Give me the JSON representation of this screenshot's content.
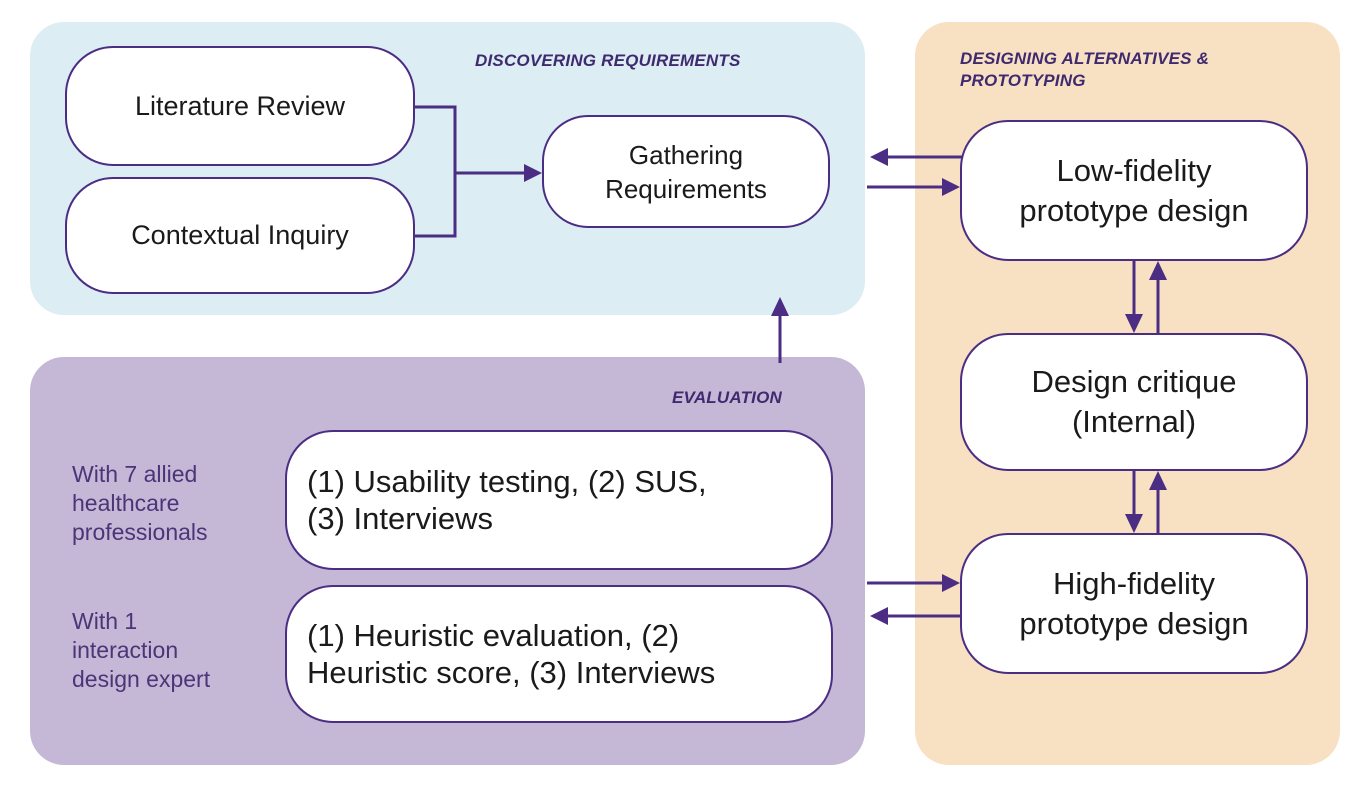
{
  "colors": {
    "stroke": "#4b2d83",
    "discovering_panel": "#dcedf3",
    "designing_panel": "#f8e0c2",
    "evaluation_panel": "#c5b8d6",
    "title_text": "#3f2a70",
    "side_label_text": "#4b3478"
  },
  "panels": {
    "discovering": {
      "title": "DISCOVERING REQUIREMENTS"
    },
    "designing": {
      "title": "DESIGNING ALTERNATIVES &\nPROTOTYPING"
    },
    "evaluation": {
      "title": "EVALUATION"
    }
  },
  "nodes": {
    "literature_review": "Literature Review",
    "contextual_inquiry": "Contextual Inquiry",
    "gathering_requirements": "Gathering\nRequirements",
    "low_fidelity": "Low-fidelity\nprototype design",
    "design_critique": "Design critique\n(Internal)",
    "high_fidelity": "High-fidelity\nprototype design",
    "usability_testing": "(1) Usability testing, (2) SUS,\n(3) Interviews",
    "heuristic_evaluation": "(1) Heuristic evaluation, (2)\nHeuristic score, (3) Interviews"
  },
  "side_labels": {
    "healthcare": "With 7 allied\nhealthcare\nprofessionals",
    "expert": "With 1\ninteraction\ndesign expert"
  },
  "edges": [
    {
      "from": "Literature Review",
      "to": "Gathering Requirements"
    },
    {
      "from": "Contextual Inquiry",
      "to": "Gathering Requirements"
    },
    {
      "from": "Gathering Requirements",
      "to": "Low-fidelity prototype design"
    },
    {
      "from": "Low-fidelity prototype design",
      "to": "Gathering Requirements"
    },
    {
      "from": "Low-fidelity prototype design",
      "to": "Design critique (Internal)"
    },
    {
      "from": "Design critique (Internal)",
      "to": "Low-fidelity prototype design"
    },
    {
      "from": "Design critique (Internal)",
      "to": "High-fidelity prototype design"
    },
    {
      "from": "High-fidelity prototype design",
      "to": "Design critique (Internal)"
    },
    {
      "from": "Evaluation",
      "to": "High-fidelity prototype design"
    },
    {
      "from": "High-fidelity prototype design",
      "to": "Evaluation"
    },
    {
      "from": "Evaluation",
      "to": "Discovering Requirements"
    }
  ]
}
